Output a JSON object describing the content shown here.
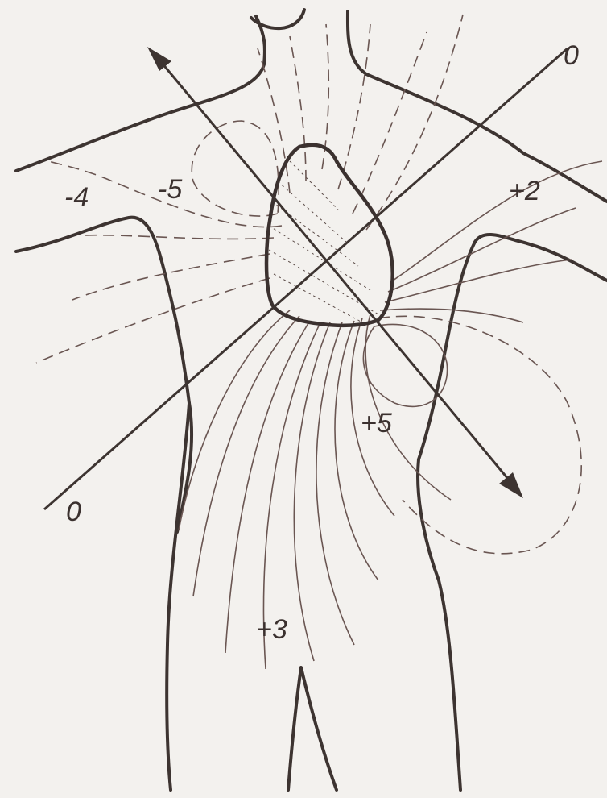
{
  "labels": {
    "zero_top": "0",
    "zero_bottom": "0",
    "minus_four": "-4",
    "minus_five": "-5",
    "plus_two": "+2",
    "plus_five": "+5",
    "plus_three": "+3"
  },
  "colors": {
    "line": "#3d3431",
    "isoline": "#6a5652",
    "paper": "#f3f1ee"
  }
}
